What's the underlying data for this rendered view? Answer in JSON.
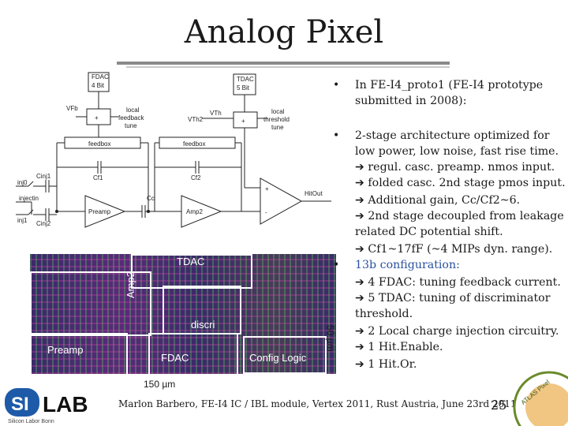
{
  "title": "Analog Pixel",
  "schematic": {
    "fdac": "FDAC\n4 Bit",
    "tdac": "TDAC\n5 Bit",
    "vfb": "VFb",
    "vth2": "VTh2",
    "vth": "VTh",
    "local_feedback_tune": "local\nfeedback\ntune",
    "local_threshold_tune": "local\nthreshold\ntune",
    "feedbox1": "feedbox",
    "feedbox2": "feedbox",
    "cf1": "Cf1",
    "cf2": "Cf2",
    "cc": "Cc",
    "cinj1": "Cinj1",
    "cinj2": "Cinj2",
    "inj0": "inj0",
    "injectin": "injectin",
    "inj1": "inj1",
    "preamp": "Preamp",
    "amp2": "Amp2",
    "hitout": "HitOut",
    "plus": "+",
    "minus": "-"
  },
  "layout": {
    "tdac": "TDAC",
    "amp2": "Amp2",
    "discri": "discri",
    "preamp": "Preamp",
    "fdac": "FDAC",
    "config_logic": "Config Logic",
    "width": "150 µm",
    "height": "50 µm"
  },
  "bullets": [
    {
      "lines": [
        "In FE-I4_proto1 (FE-I4 prototype",
        "submitted in 2008):"
      ]
    },
    {
      "lines": [
        "2-stage architecture optimized for",
        "low power, low noise, fast rise time.",
        "➔ regul. casc. preamp. nmos input.",
        "➔ folded casc. 2nd stage pmos input.",
        "➔ Additional gain, Cc/Cf2~6.",
        "➔ 2nd stage decoupled from leakage",
        "related DC potential shift.",
        "➔ Cf1~17fF (~4 MIPs dyn. range).",
        "13b configuration:",
        "➔ 4 FDAC: tuning feedback current.",
        "➔ 5 TDAC: tuning of discriminator",
        "threshold.",
        "➔ 2 Local charge injection circuitry.",
        "➔ 1 Hit.Enable.",
        "➔ 1 Hit.Or."
      ]
    }
  ],
  "footer": "Marlon Barbero, FE-I4 IC / IBL module, Vertex 2011, Rust Austria, June 23rd 2011",
  "page_number": "25",
  "logo": {
    "silab_main": "SI LAB",
    "silab_sub": "Silicon Labor Bonn",
    "badge": "ATLAS Pixel Detector Collaboration"
  },
  "colors": {
    "layout_bg": "#3a2a6a",
    "blue_text": "#2a52a0"
  }
}
